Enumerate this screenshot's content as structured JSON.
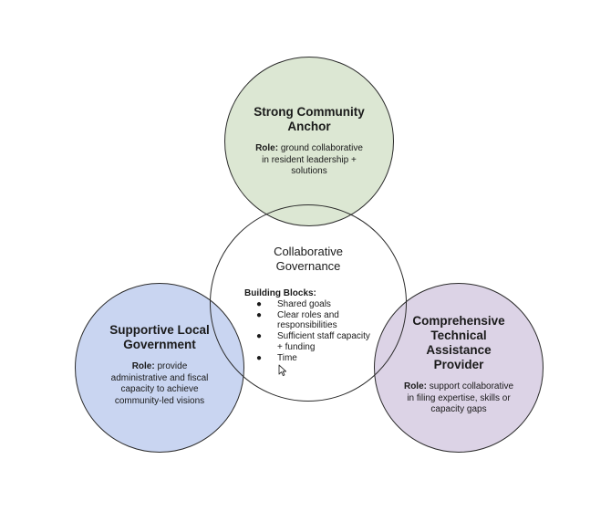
{
  "top": {
    "title_lines": [
      "Strong Community",
      "Anchor"
    ],
    "role_label": "Role:",
    "role_lines": [
      " ground collaborative",
      "in resident leadership +",
      "solutions"
    ],
    "fill": "#dce7d3"
  },
  "left": {
    "title_lines": [
      "Supportive Local",
      "Government"
    ],
    "role_label": "Role:",
    "role_lines": [
      " provide",
      "administrative and fiscal",
      "capacity to achieve",
      "community-led visions"
    ],
    "fill": "#c9d5f1"
  },
  "right": {
    "title_lines": [
      "Comprehensive",
      "Technical",
      "Assistance",
      "Provider"
    ],
    "role_label": "Role:",
    "role_lines": [
      " support collaborative",
      "in filing expertise, skills or",
      "capacity gaps"
    ],
    "fill": "#dcd3e6"
  },
  "center": {
    "title_lines": [
      "Collaborative",
      "Governance"
    ],
    "blocks_title": "Building Blocks:",
    "bullet": "●",
    "items": [
      [
        "Shared goals"
      ],
      [
        "Clear roles and",
        "responsibilities"
      ],
      [
        "Sufficient staff capacity",
        "+ funding"
      ],
      [
        "Time"
      ]
    ]
  },
  "cursor_icon": "mouse-pointer-icon"
}
